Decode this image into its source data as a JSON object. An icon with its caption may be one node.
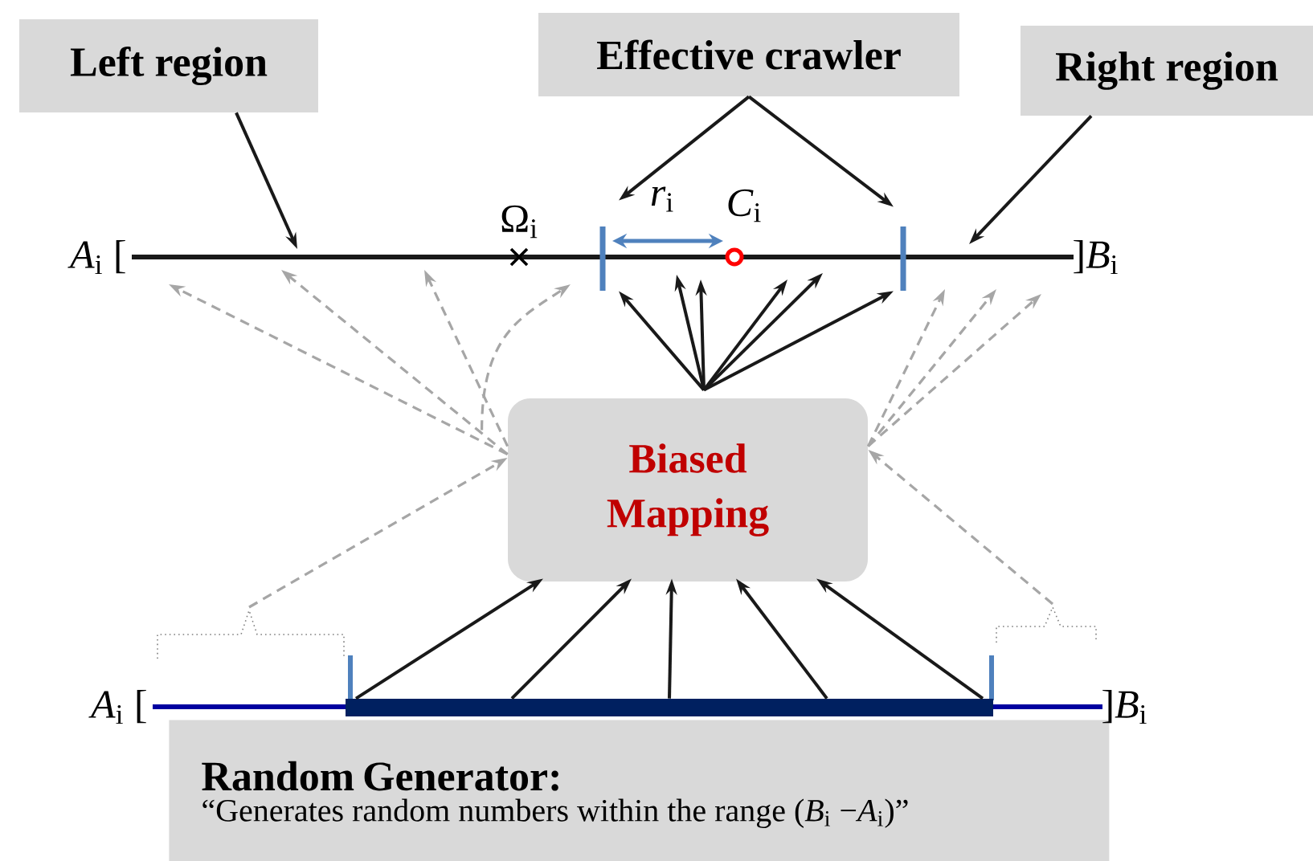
{
  "diagram": {
    "nodes": [
      {
        "text": [
          "Left region"
        ]
      },
      {
        "text": [
          "Effective crawler"
        ]
      },
      {
        "text": [
          "Right region"
        ]
      },
      {
        "text": [
          "Biased Mapping"
        ]
      },
      {
        "text": [
          "Random Generator:",
          "“Generates random numbers within the range (*B*$_{i}$ −*A*$_{i}$)”"
        ]
      },
      {
        "text": [],
        "shape": "bar"
      },
      {
        "text": [],
        "shape": "bar"
      },
      {
        "text": [],
        "shape": "bar"
      }
    ],
    "edges": [
      {
        "from": 0,
        "to": null,
        "arrow": "to"
      },
      {
        "from": 1,
        "to": 5,
        "arrow": "to"
      },
      {
        "from": 1,
        "to": 6,
        "arrow": "to"
      },
      {
        "from": 2,
        "to": null,
        "arrow": "to"
      },
      {
        "from": 3,
        "to": 5,
        "arrow": "to"
      },
      {
        "from": 3,
        "to": null,
        "arrow": "to"
      },
      {
        "from": 3,
        "to": null,
        "arrow": "to"
      },
      {
        "from": 3,
        "to": null,
        "arrow": "to"
      },
      {
        "from": 3,
        "to": null,
        "arrow": "to"
      },
      {
        "from": 3,
        "to": 6,
        "arrow": "to"
      },
      {
        "from": 3,
        "to": null,
        "arrow": "to",
        "style": "dashed",
        "color": "#a6a6a6"
      },
      {
        "from": 3,
        "to": null,
        "arrow": "to",
        "style": "dashed",
        "color": "#a6a6a6"
      },
      {
        "from": 3,
        "to": null,
        "arrow": "to",
        "style": "dashed",
        "color": "#a6a6a6"
      },
      {
        "from": 3,
        "to": null,
        "arrow": "to",
        "style": "dashed",
        "color": "#a6a6a6"
      },
      {
        "from": 3,
        "to": null,
        "arrow": "to",
        "style": "dashed",
        "color": "#a6a6a6"
      },
      {
        "from": 3,
        "to": null,
        "arrow": "to",
        "style": "dashed",
        "color": "#a6a6a6"
      },
      {
        "from": 3,
        "to": null,
        "arrow": "to",
        "style": "dashed",
        "color": "#a6a6a6"
      },
      {
        "from": null,
        "to": 3,
        "arrow": "to",
        "style": "dashed",
        "color": "#a6a6a6"
      },
      {
        "from": null,
        "to": 3,
        "arrow": "to",
        "style": "dashed",
        "color": "#a6a6a6"
      },
      {
        "from": 7,
        "to": 3,
        "arrow": "to"
      },
      {
        "from": 7,
        "to": 3,
        "arrow": "to"
      },
      {
        "from": 7,
        "to": 3,
        "arrow": "to"
      },
      {
        "from": 7,
        "to": 3,
        "arrow": "to"
      },
      {
        "from": 7,
        "to": 3,
        "arrow": "to"
      }
    ],
    "labels": [
      "Ω$_{i}$",
      "*r*$_{i}$",
      "*C*$_{i}$",
      "*A*$_{i}$ [",
      "]*B*$_{i}$",
      "*A*$_{i}$ [",
      "]*B*$_{i}$"
    ]
  }
}
